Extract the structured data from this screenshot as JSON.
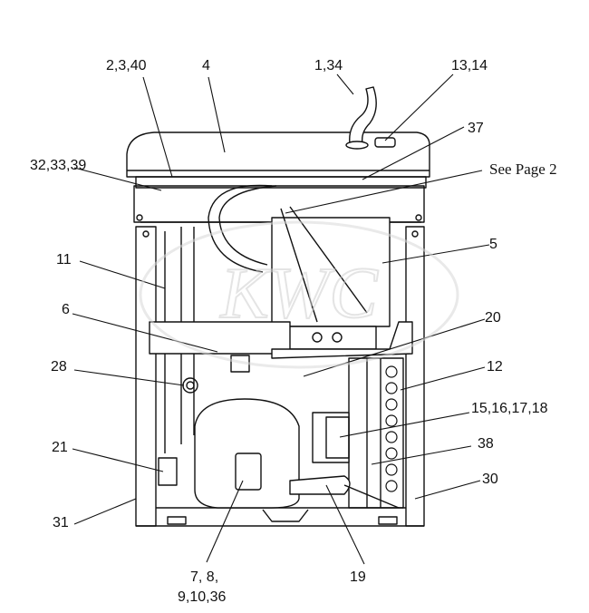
{
  "callouts": {
    "c_2_3_40": "2,3,40",
    "c_4": "4",
    "c_1_34": "1,34",
    "c_13_14": "13,14",
    "c_37": "37",
    "c_32_33_39": "32,33,39",
    "c_see_page_2": "See Page 2",
    "c_5": "5",
    "c_11": "11",
    "c_6": "6",
    "c_20": "20",
    "c_28": "28",
    "c_12": "12",
    "c_15_16_17_18": "15,16,17,18",
    "c_21": "21",
    "c_38": "38",
    "c_30": "30",
    "c_31": "31",
    "c_7_8": "7, 8,",
    "c_9_10_36": "9,10,36",
    "c_19": "19"
  },
  "watermark": {
    "text": "KWC"
  },
  "colors": {
    "line": "#111111",
    "watermark": "#d8d8d8"
  }
}
